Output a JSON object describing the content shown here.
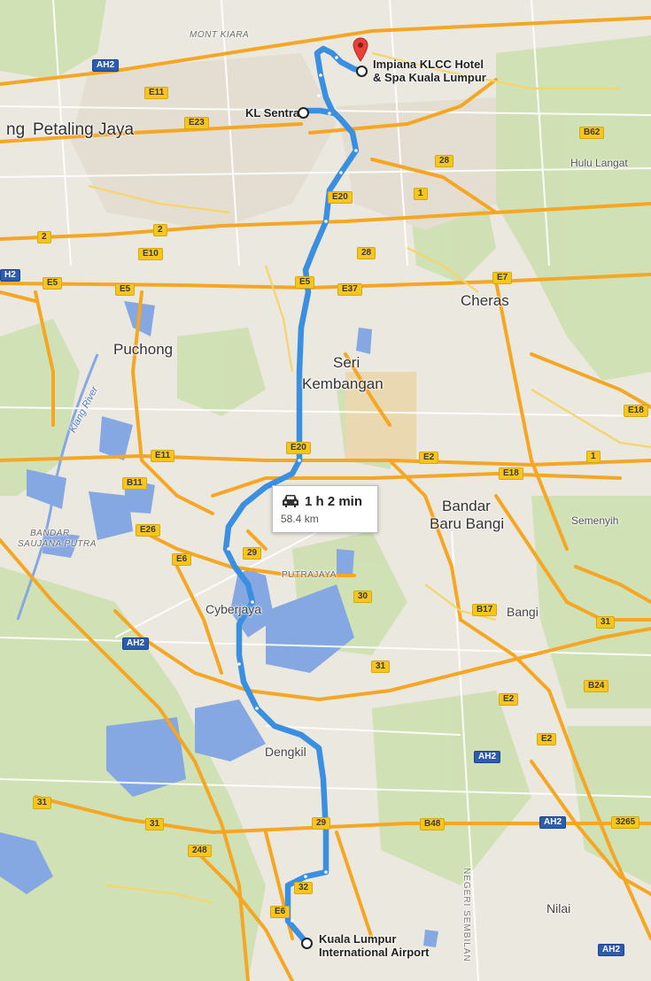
{
  "map": {
    "colors": {
      "land": "#ebe8df",
      "green": "#cbdfae",
      "water": "#7fa3e0",
      "highway": "#f5a623",
      "route": "#4a9fe0",
      "road": "#ffffff"
    }
  },
  "places": {
    "mont_kiara": "MONT KIARA",
    "petaling_jaya": "Petaling Jaya",
    "petaling_jaya_prefix": "ng",
    "hulu_langat": "Hulu Langat",
    "cheras": "Cheras",
    "puchong": "Puchong",
    "seri": "Seri",
    "kembangan": "Kembangan",
    "klang_river": "Klang River",
    "bandar_saujana_1": "BANDAR",
    "bandar_saujana_2": "SAUJANA PUTRA",
    "bandar_baru_bangi_1": "Bandar",
    "bandar_baru_bangi_2": "Baru Bangi",
    "semenyih": "Semenyih",
    "putrajaya": "PUTRAJAYA",
    "cyberjaya": "Cyberjaya",
    "bangi": "Bangi",
    "dengkil": "Dengkil",
    "nilai": "Nilai",
    "negeri_sembilan": "NEGERI SEMBILAN"
  },
  "markers": {
    "destination_line1": "Impiana KLCC Hotel",
    "destination_line2": "& Spa Kuala Lumpur",
    "waypoint": "KL Sentral",
    "origin_line1": "Kuala Lumpur",
    "origin_line2": "International Airport"
  },
  "route": {
    "duration": "1 h 2 min",
    "distance": "58.4 km",
    "mode_icon": "car-icon"
  },
  "shields": {
    "ah2_top": "AH2",
    "e11_top": "E11",
    "e23": "E23",
    "b62": "B62",
    "r28_top": "28",
    "e20_top": "E20",
    "r1_top": "1",
    "r2_left": "2",
    "r2_mid": "2",
    "e10": "E10",
    "r28_mid": "28",
    "ah2_left": "H2",
    "e5_left": "E5",
    "e5_mid": "E5",
    "e5_route": "E5",
    "e37": "E37",
    "e7": "E7",
    "e18_right": "E18",
    "e20_mid": "E20",
    "e11_mid": "E11",
    "b11": "B11",
    "e2_mid": "E2",
    "e18_mid": "E18",
    "r1_right": "1",
    "e26": "E26",
    "e6": "E6",
    "r29_mid": "29",
    "r30": "30",
    "b17": "B17",
    "r31_right": "31",
    "ah2_mid": "AH2",
    "r31_mid": "31",
    "e2_low": "E2",
    "b24": "B24",
    "e2_lower": "E2",
    "ah2_low": "AH2",
    "r31_left": "31",
    "r31_low": "31",
    "r29_low": "29",
    "b48": "B48",
    "ah2_bottom_mid": "AH2",
    "r3265": "3265",
    "r248": "248",
    "r32": "32",
    "e6_low": "E6",
    "ah2_bottom": "AH2"
  }
}
